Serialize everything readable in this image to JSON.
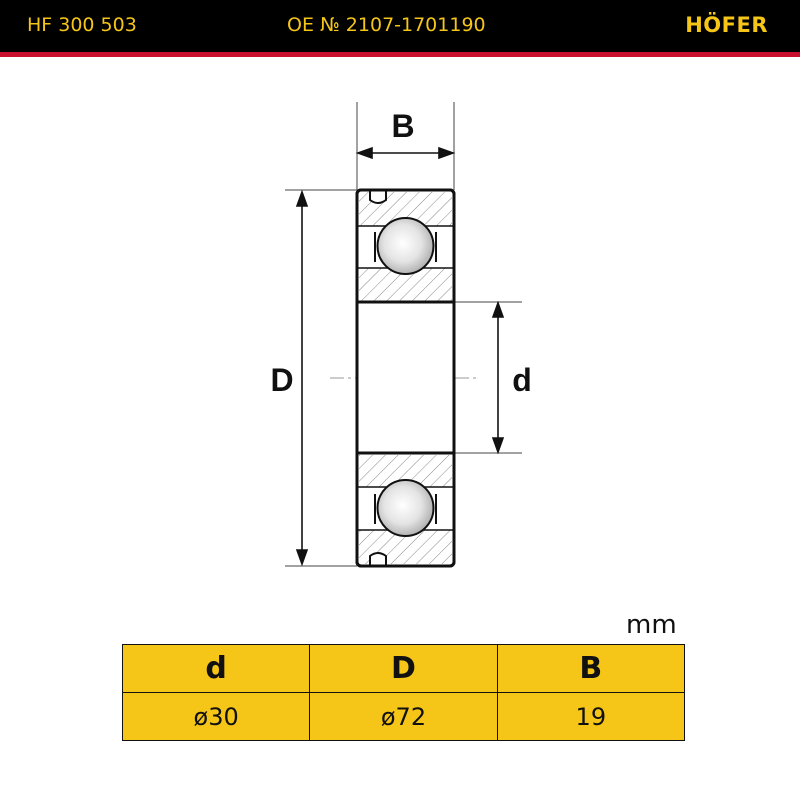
{
  "header": {
    "part_number": "HF 300 503",
    "oe_number": "OE №  2107-1701190",
    "brand": "HÖFER"
  },
  "colors": {
    "header_bg": "#000000",
    "header_text": "#f5c518",
    "accent_stripe": "#c8102e",
    "table_fill": "#f5c518"
  },
  "drawing": {
    "label_width": "B",
    "label_outer_diameter": "D",
    "label_inner_diameter": "d"
  },
  "table": {
    "unit": "mm",
    "headers": [
      "d",
      "D",
      "B"
    ],
    "values": [
      "ø30",
      "ø72",
      "19"
    ]
  }
}
